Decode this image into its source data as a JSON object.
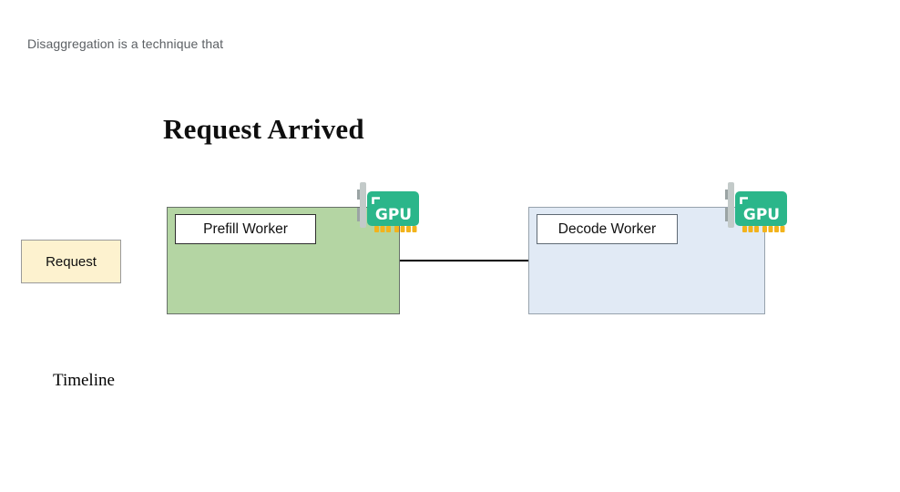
{
  "header": {
    "note": "Disaggregation is a technique that"
  },
  "diagram": {
    "title": "Request Arrived",
    "timeline_label": "Timeline",
    "request_box": {
      "label": "Request",
      "fill": "#fdf2cf",
      "border": "#9a9a9a"
    },
    "prefill_worker": {
      "label": "Prefill Worker",
      "fill": "#b4d5a3",
      "border": "#68716a"
    },
    "decode_worker": {
      "label": "Decode Worker",
      "fill": "#e1eaf5",
      "border": "#97a2ad"
    },
    "connector_color": "#000000",
    "gpu_icon": {
      "label": "GPU",
      "card_color": "#2bb68a",
      "text_color": "#ffffff",
      "corner_mark_color": "#ffffff",
      "pin_color": "#f2b31c",
      "bracket_color": "#c3cac9",
      "bracket_tab_color": "#9ba4a4"
    }
  }
}
